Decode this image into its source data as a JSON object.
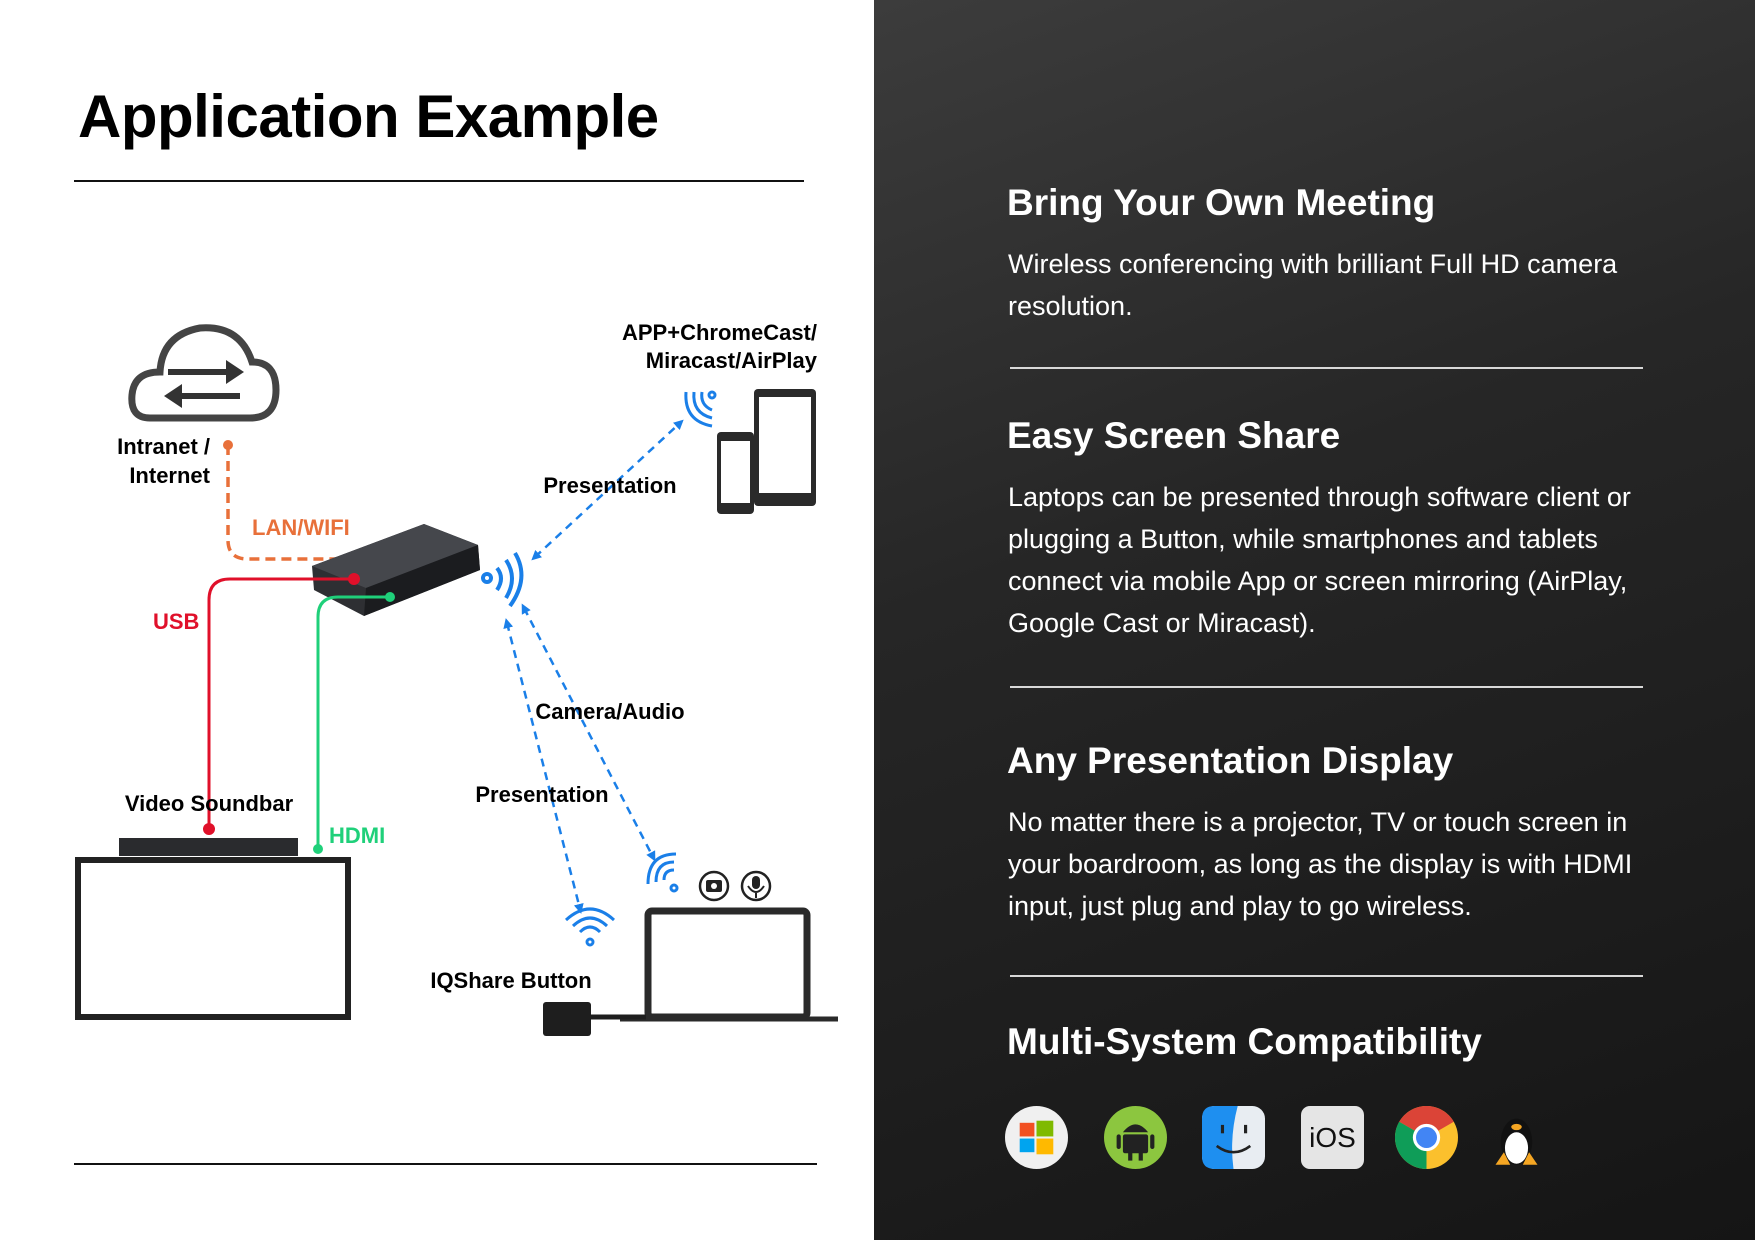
{
  "left": {
    "title": "Application Example",
    "diagram": {
      "cloud_label_1": "Intranet /",
      "cloud_label_2": "Internet",
      "lan_label": "LAN/WIFI",
      "usb_label": "USB",
      "hdmi_label": "HDMI",
      "soundbar_label": "Video Soundbar",
      "mobile_label_1": "APP+ChromeCast/",
      "mobile_label_2": "Miracast/AirPlay",
      "presentation_label_top": "Presentation",
      "camera_audio_label": "Camera/Audio",
      "presentation_label_bottom": "Presentation",
      "button_label": "IQShare Button",
      "colors": {
        "lan": "#e8703a",
        "usb": "#e0102a",
        "hdmi": "#1fd07a",
        "wireless": "#1a7fe8"
      }
    }
  },
  "right": {
    "sections": [
      {
        "heading": "Bring Your Own Meeting",
        "body": "Wireless conferencing with brilliant Full HD camera resolution."
      },
      {
        "heading": "Easy Screen Share",
        "body": "Laptops can be presented through software client or plugging a Button, while smartphones and tablets connect via mobile App or screen mirroring (AirPlay, Google Cast or Miracast)."
      },
      {
        "heading": "Any Presentation Display",
        "body": "No matter there is a projector, TV or touch screen in your boardroom, as long as the display is with HDMI input, just plug and play to go wireless."
      },
      {
        "heading": "Multi-System Compatibility"
      }
    ],
    "os_icons": [
      "windows-icon",
      "android-icon",
      "macos-finder-icon",
      "ios-icon",
      "chrome-icon",
      "linux-icon"
    ],
    "ios_text": "iOS"
  }
}
